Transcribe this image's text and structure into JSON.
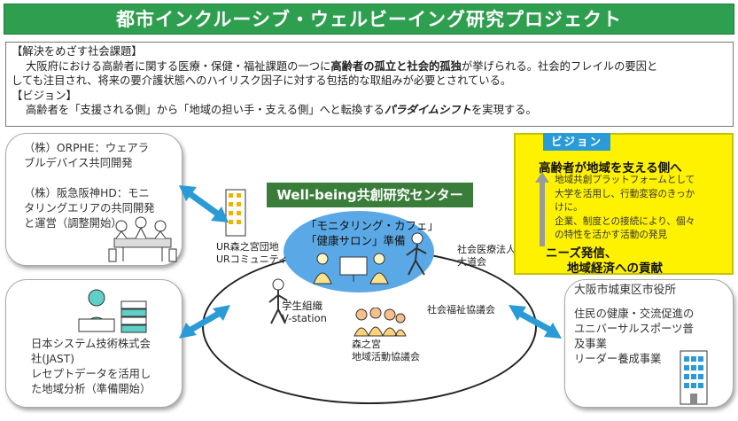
{
  "title": "都市インクルーシブ・ウェルビーイング研究プロジェクト",
  "intro": {
    "issue_heading": "【解決をめざす社会課題】",
    "issue_line1_a": "大阪府における高齢者に関する医療・保健・福祉課題の一つに",
    "issue_line1_em": "高齢者の孤立と社会的孤独",
    "issue_line1_b": "が挙げられる。社会的フレイルの要因と",
    "issue_line2": "しても注目され、将来の要介護状態へのハイリスク因子に対する包括的な取組みが必要とされている。",
    "vision_heading": "【ビジョン】",
    "vision_line_a": "高齢者を「支援される側」から「地域の担い手・支える側」へと転換する",
    "vision_line_em": "パラダイムシフト",
    "vision_line_b": "を実現する。"
  },
  "partners": {
    "top_left": {
      "line1": "（株）ORPHE：ウェアラ",
      "line2": "ブルデバイス共同開発",
      "line3": "（株）阪急阪神HD：モニ",
      "line4": "タリングエリアの共同開発",
      "line5": "と運営（調整開始）"
    },
    "bottom_left": {
      "line1": "日本システム技術株式会",
      "line2": "社(JAST)",
      "line3": "レセプトデータを活用し",
      "line4": "た地域分析（準備開始）"
    },
    "bottom_right": {
      "line1": "大阪市城東区市役所",
      "line2": "住民の健康・交流促進の",
      "line3": "ユニバーサルスポーツ普",
      "line4": "及事業",
      "line5": "リーダー養成事業"
    }
  },
  "center": {
    "label": "Well-being共創研究センター",
    "inner_line1": "「モニタリング・カフェ」",
    "inner_line2": "「健康サロン」準備",
    "ur_line1": "UR森之宮団地",
    "ur_line2": "URコミュニティ",
    "social_welfare_corp_1": "社会医療法人",
    "social_welfare_corp_2": "大道会",
    "student_1": "学生組織",
    "student_2": "V-station",
    "council": "社会福祉協議会",
    "local_1": "森之宮",
    "local_2": "地域活動協議会"
  },
  "vision_box": {
    "tag": "ビジョン",
    "heading": "高齢者が地域を支える側へ",
    "body_1": "地域共創プラットフォームとして",
    "body_2": "大学を活用し、行動変容のきっか",
    "body_3": "けに。",
    "body_4": "企業、制度との接続により、個々",
    "body_5": "の特性を活かす活動の発見",
    "foot_1": "ニーズ発信、",
    "foot_2": "地域経済への貢献"
  },
  "colors": {
    "title_bg": "#2e9e4f",
    "center_label_bg": "#3a7d3a",
    "inner_oval": "#5aa9e6",
    "arrow": "#2a9bd7",
    "vision_bg": "#fff200",
    "vision_tag": "#2a9bd7"
  }
}
